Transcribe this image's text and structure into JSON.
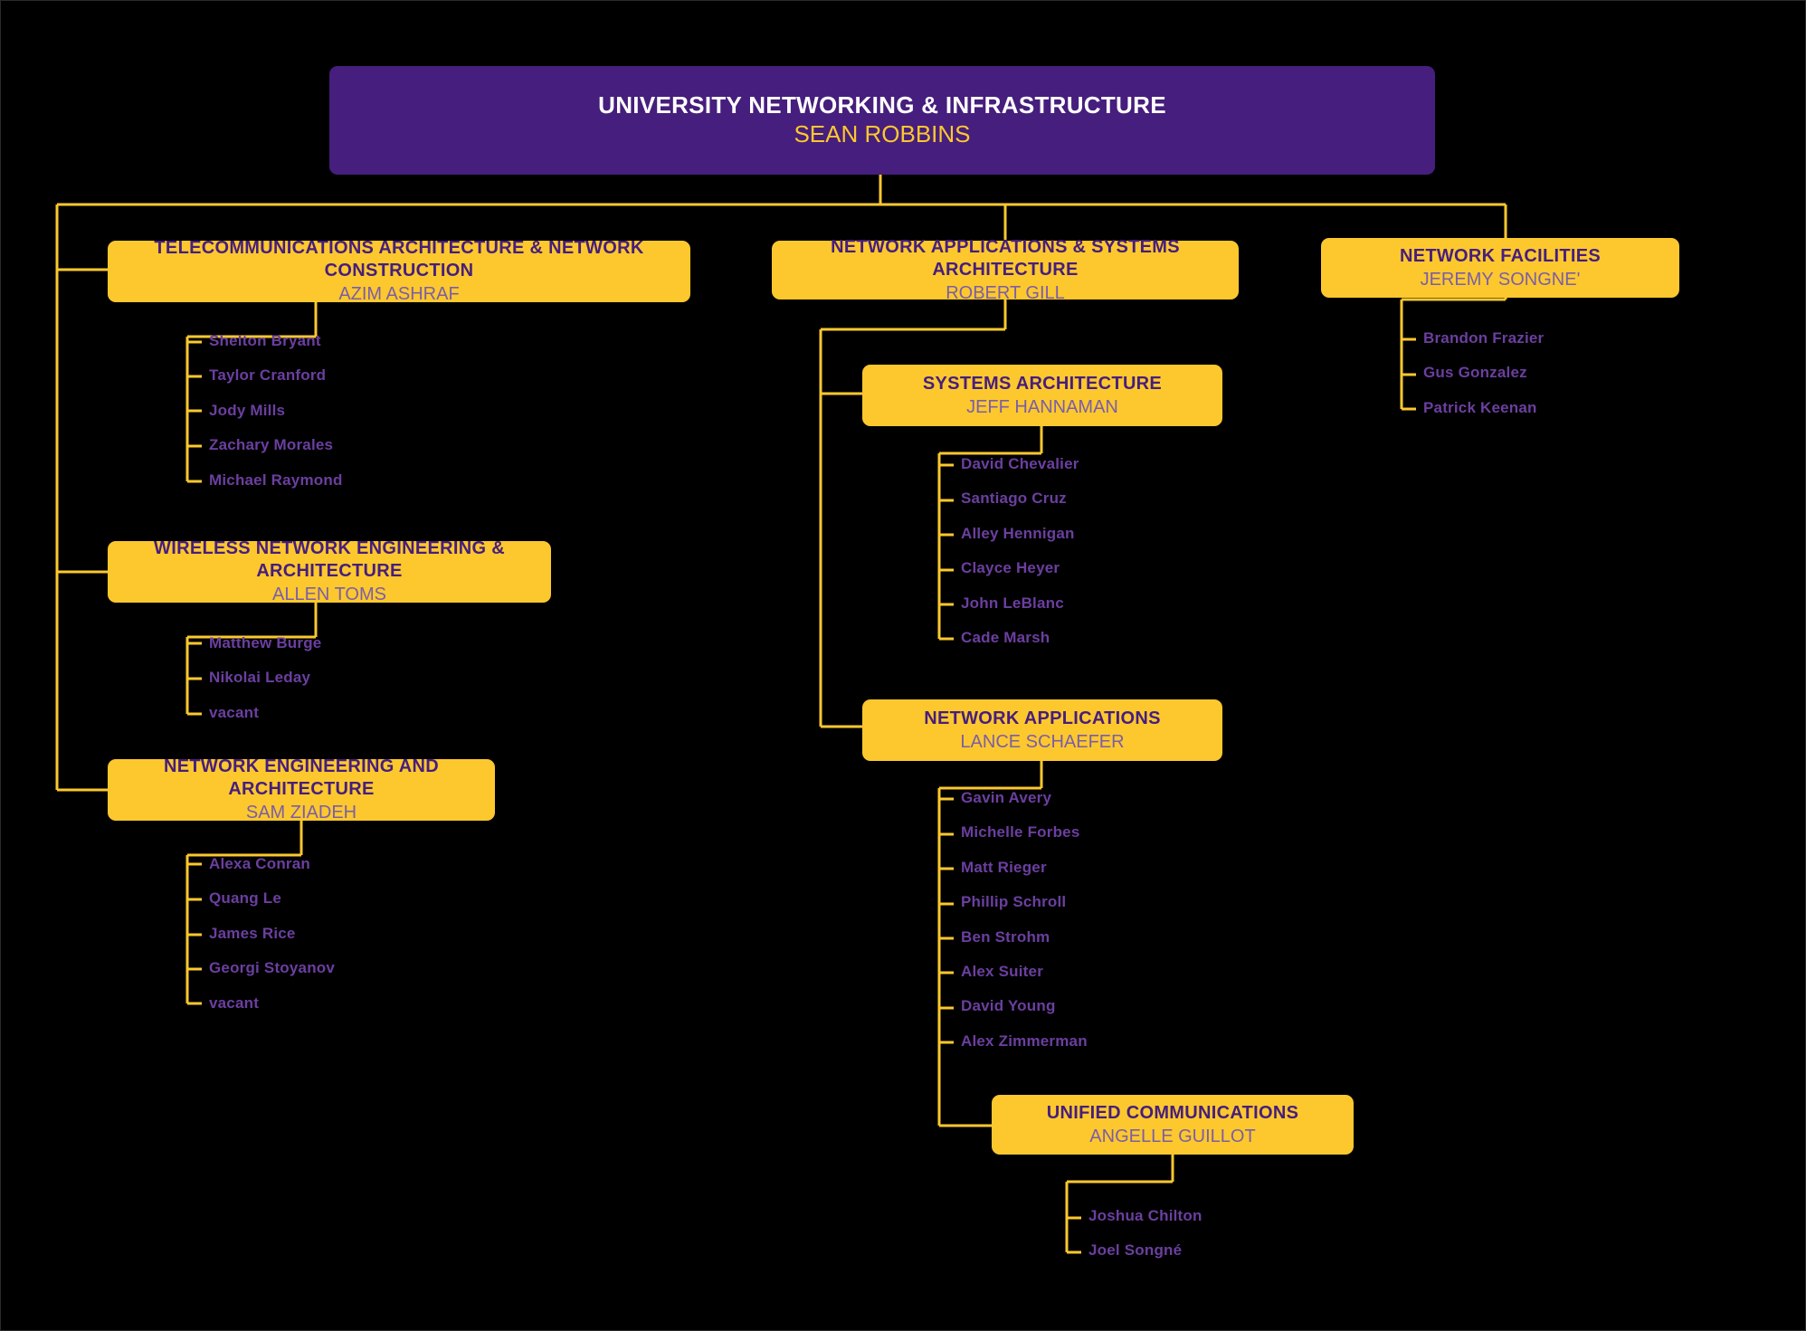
{
  "theme": {
    "background": "#000000",
    "accent_yellow": "#FCC82E",
    "accent_purple": "#461E7D",
    "leaf_text": "#6B3FA0",
    "person_text": "#7B5EA7",
    "root_title_text": "#FFFFFF"
  },
  "chart_data": {
    "type": "diagram",
    "title": "University Networking & Infrastructure organizational chart",
    "root": {
      "title": "UNIVERSITY NETWORKING & INFRASTRUCTURE",
      "person": "SEAN ROBBINS"
    },
    "units": [
      {
        "id": "telecom",
        "title": "TELECOMMUNICATIONS ARCHITECTURE & NETWORK CONSTRUCTION",
        "person": "AZIM ASHRAF",
        "reports": [
          "Shelton Bryant",
          "Taylor Cranford",
          "Jody Mills",
          "Zachary Morales",
          "Michael Raymond"
        ]
      },
      {
        "id": "wireless",
        "title": "WIRELESS NETWORK ENGINEERING & ARCHITECTURE",
        "person": "ALLEN TOMS",
        "reports": [
          "Matthew Burge",
          "Nikolai Leday",
          "vacant"
        ]
      },
      {
        "id": "netengarch",
        "title": "NETWORK ENGINEERING AND ARCHITECTURE",
        "person": "SAM ZIADEH",
        "reports": [
          "Alexa Conran",
          "Quang Le",
          "James Rice",
          "Georgi Stoyanov",
          "vacant"
        ]
      },
      {
        "id": "netappsys",
        "title": "NETWORK APPLICATIONS & SYSTEMS ARCHITECTURE",
        "person": "ROBERT GILL",
        "reports": []
      },
      {
        "id": "sysarch",
        "title": "SYSTEMS ARCHITECTURE",
        "person": "JEFF HANNAMAN",
        "reports": [
          "David Chevalier",
          "Santiago Cruz",
          "Alley Hennigan",
          "Clayce Heyer",
          "John LeBlanc",
          "Cade Marsh"
        ]
      },
      {
        "id": "netapps",
        "title": "NETWORK APPLICATIONS",
        "person": "LANCE SCHAEFER",
        "reports": [
          "Gavin Avery",
          "Michelle Forbes",
          "Matt Rieger",
          "Phillip Schroll",
          "Ben Strohm",
          "Alex Suiter",
          "David Young",
          "Alex Zimmerman"
        ]
      },
      {
        "id": "unifiedcomm",
        "title": "UNIFIED COMMUNICATIONS",
        "person": "ANGELLE GUILLOT",
        "reports": [
          "Joshua Chilton",
          "Joel Songné"
        ]
      },
      {
        "id": "netfac",
        "title": "NETWORK FACILITIES",
        "person": "JEREMY SONGNE'",
        "reports": [
          "Brandon Frazier",
          "Gus Gonzalez",
          "Patrick Keenan"
        ]
      }
    ]
  }
}
